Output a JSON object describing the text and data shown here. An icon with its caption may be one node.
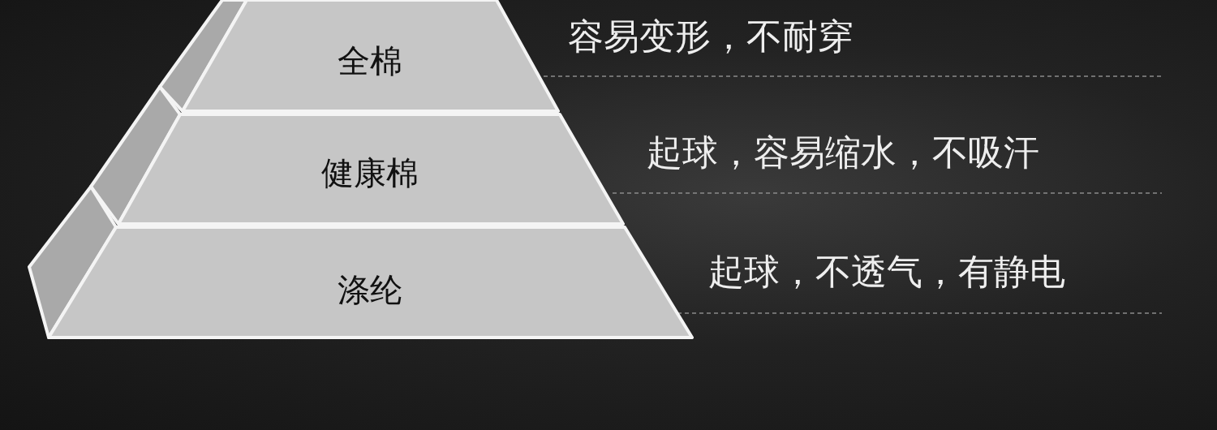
{
  "diagram": {
    "nodes": [
      {
        "text": [
          "全棉"
        ],
        "beside": [
          "容易变形，不耐穿"
        ]
      },
      {
        "text": [
          "健康棉"
        ],
        "beside": [
          "起球，容易缩水，不吸汗"
        ]
      },
      {
        "text": [
          "涤纶"
        ],
        "beside": [
          "起球，不透气，有静电"
        ]
      }
    ]
  }
}
